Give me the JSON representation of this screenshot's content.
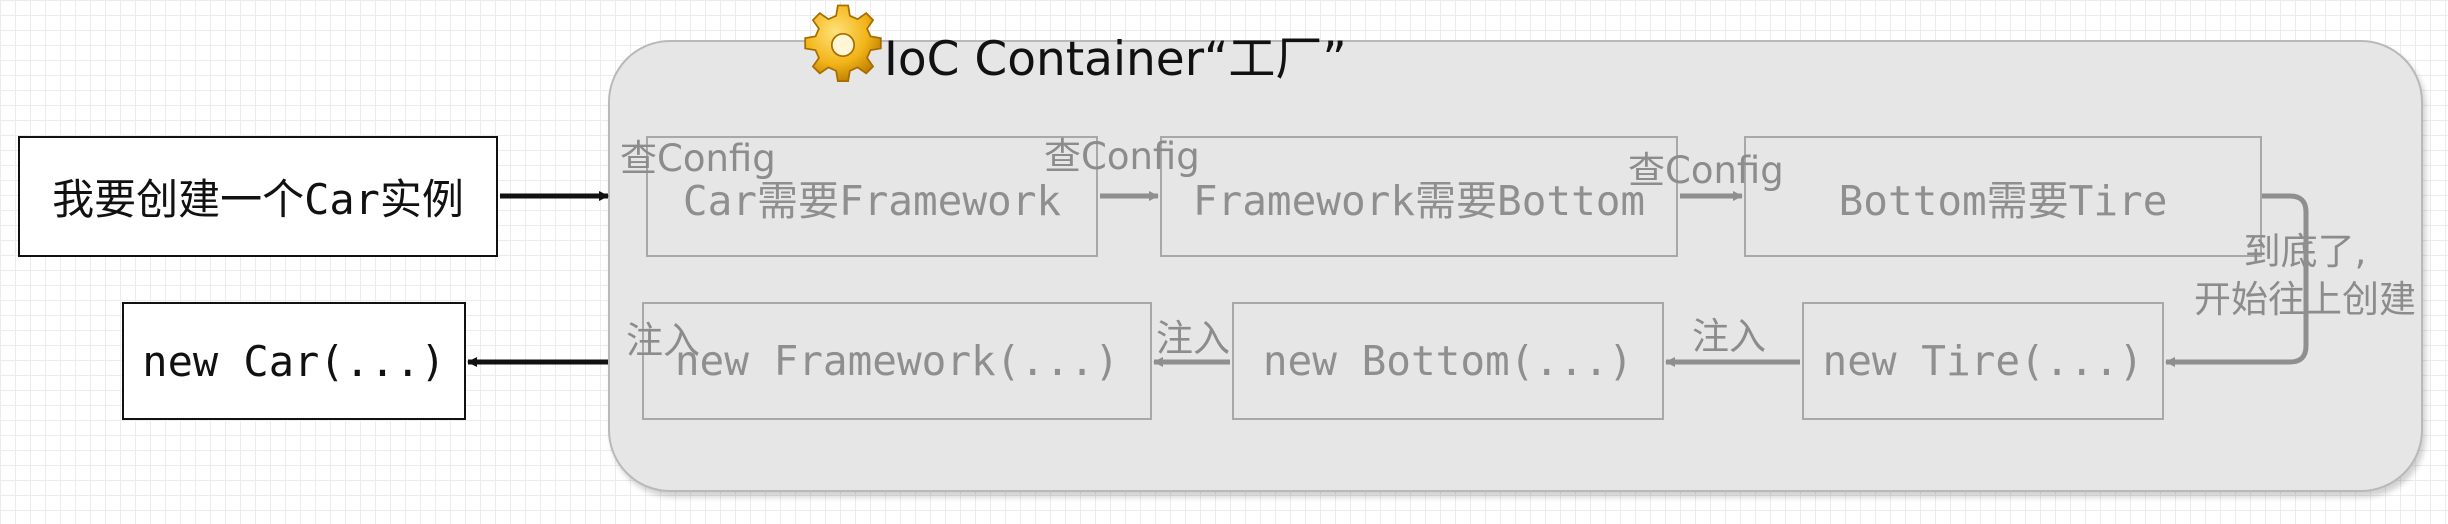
{
  "title": "IoC Container“工厂”",
  "request": "我要创建一个Car实例",
  "result": "new Car(...)",
  "lookup_steps": [
    "Car需要Framework",
    "Framework需要Bottom",
    "Bottom需要Tire"
  ],
  "lookup_labels": [
    "查Config",
    "查Config",
    "查Config"
  ],
  "turn_label": [
    "到底了,",
    "开始往上创建"
  ],
  "create_steps": [
    "new Framework(...)",
    "new Bottom(...)",
    "new Tire(...)"
  ],
  "inject_labels": [
    "注入",
    "注入",
    "注入"
  ],
  "icons": {
    "title_icon": "gear-icon"
  },
  "colors": {
    "container_fill": "#e6e6e6",
    "faded_text": "#8f8f8f",
    "gear": "#f2b418"
  }
}
